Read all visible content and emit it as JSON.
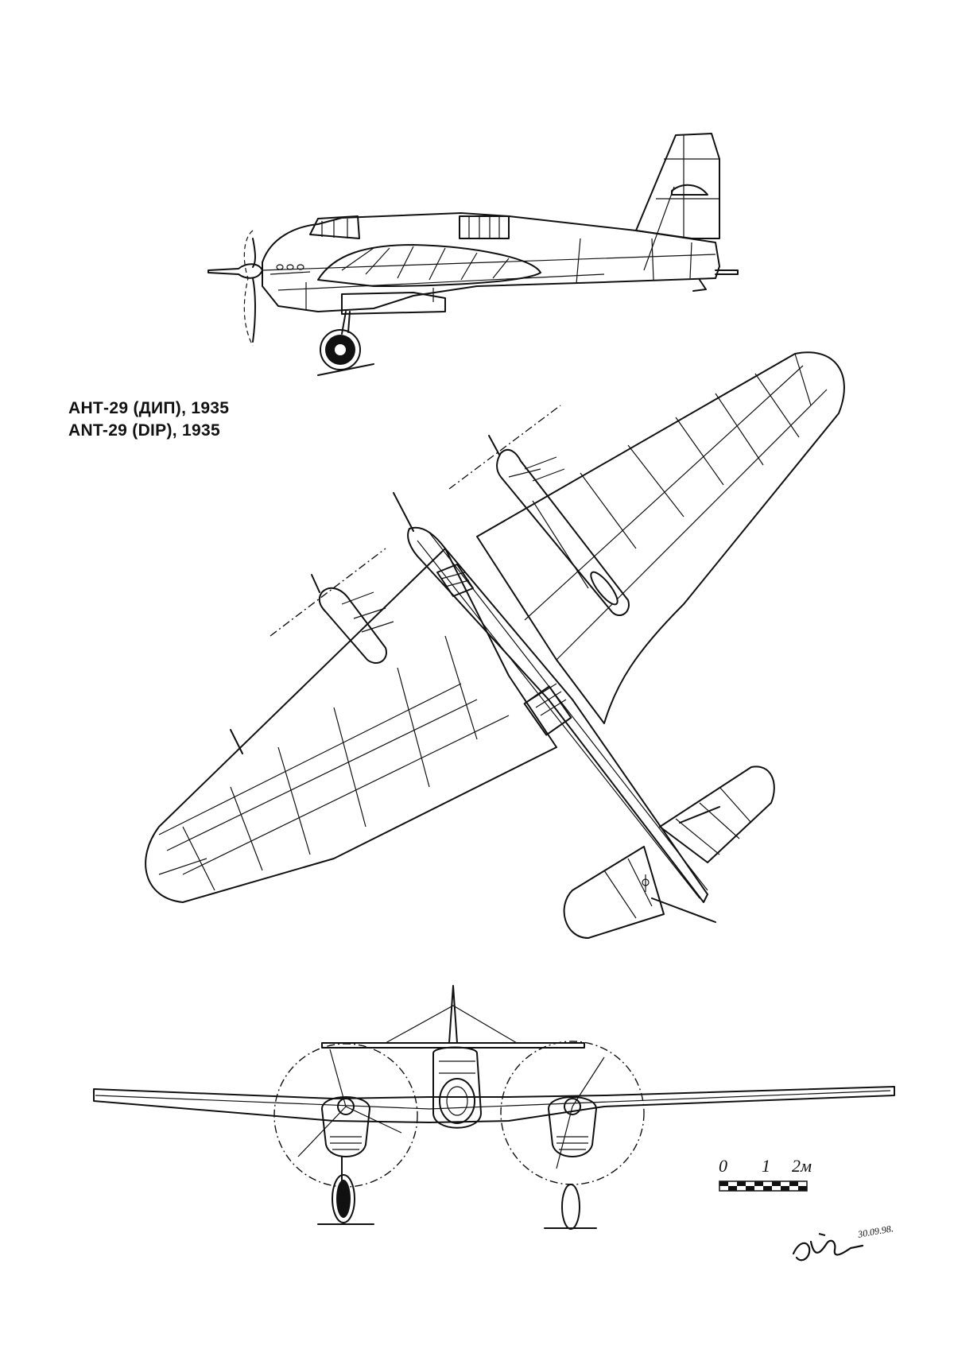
{
  "caption": {
    "line_ru": "АНТ-29 (ДИП), 1935",
    "line_en": "ANT-29 (DIP), 1935"
  },
  "scale_bar": {
    "label_0": "0",
    "label_1": "1",
    "label_2": "2м"
  },
  "signature": {
    "date": "30.09.98."
  }
}
